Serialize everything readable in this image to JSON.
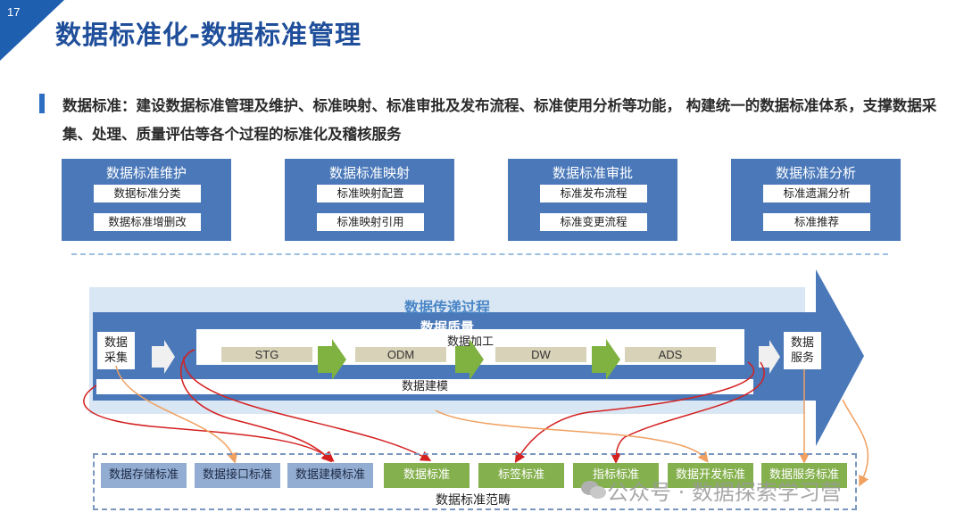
{
  "slide": {
    "page_number": "17",
    "title": "数据标准化-数据标准管理",
    "intro": "数据标准：建设数据标准管理及维护、标准映射、标准审批及发布流程、标准使用分析等功能， 构建统一的数据标准体系，支撑数据采集、处理、质量评估等各个过程的标准化及稽核服务"
  },
  "modules": [
    {
      "title": "数据标准维护",
      "items": [
        "数据标准分类",
        "数据标准增删改"
      ]
    },
    {
      "title": "数据标准映射",
      "items": [
        "标准映射配置",
        "标准映射引用"
      ]
    },
    {
      "title": "数据标准审批",
      "items": [
        "标准发布流程",
        "标准变更流程"
      ]
    },
    {
      "title": "数据标准分析",
      "items": [
        "标准遗漏分析",
        "标准推荐"
      ]
    }
  ],
  "flow": {
    "title": "数据传递过程",
    "quality": "数据质量",
    "collect": "数据\n采集",
    "service": "数据\n服务",
    "processing": "数据加工",
    "stages": [
      "STG",
      "ODM",
      "DW",
      "ADS"
    ],
    "modeling": "数据建模"
  },
  "scope": {
    "label": "数据标准范畴",
    "standards": [
      {
        "label": "数据存储标准",
        "kind": "blue"
      },
      {
        "label": "数据接口标准",
        "kind": "blue"
      },
      {
        "label": "数据建模标准",
        "kind": "blue"
      },
      {
        "label": "数据标准",
        "kind": "green"
      },
      {
        "label": "标签标准",
        "kind": "green"
      },
      {
        "label": "指标标准",
        "kind": "green"
      },
      {
        "label": "数据开发标准",
        "kind": "green"
      },
      {
        "label": "数据服务标准",
        "kind": "green"
      }
    ]
  },
  "watermark": "公众号 · 数据探索学习营",
  "colors": {
    "title": "#1f4e9a",
    "module_bg": "#4a78b9",
    "arrow": "#4a78b9",
    "green": "#85b04e",
    "blue_std": "#93add2",
    "red_connector": "#d42020",
    "orange_connector": "#f0a060"
  }
}
